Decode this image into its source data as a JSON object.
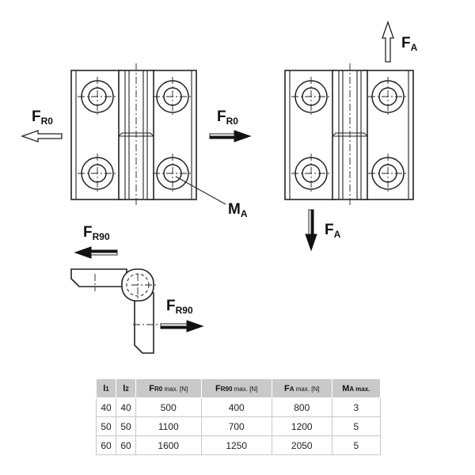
{
  "labels": {
    "f": "F",
    "m": "M",
    "sub_r0": "R0",
    "sub_r90": "R90",
    "sub_a": "A"
  },
  "table": {
    "headers": [
      {
        "main": "l",
        "sub": "1",
        "rest": ""
      },
      {
        "main": "l",
        "sub": "2",
        "rest": ""
      },
      {
        "main": "F",
        "sub": "R0",
        "rest": " max. [N]"
      },
      {
        "main": "F",
        "sub": "R90",
        "rest": " max. [N]"
      },
      {
        "main": "F",
        "sub": "A",
        "rest": " max. [N]"
      },
      {
        "main": "M",
        "sub": "A max.",
        "rest": ""
      }
    ],
    "rows": [
      [
        "40",
        "40",
        "500",
        "400",
        "800",
        "3"
      ],
      [
        "50",
        "50",
        "1100",
        "700",
        "1200",
        "5"
      ],
      [
        "60",
        "60",
        "1600",
        "1250",
        "2050",
        "5"
      ]
    ]
  }
}
